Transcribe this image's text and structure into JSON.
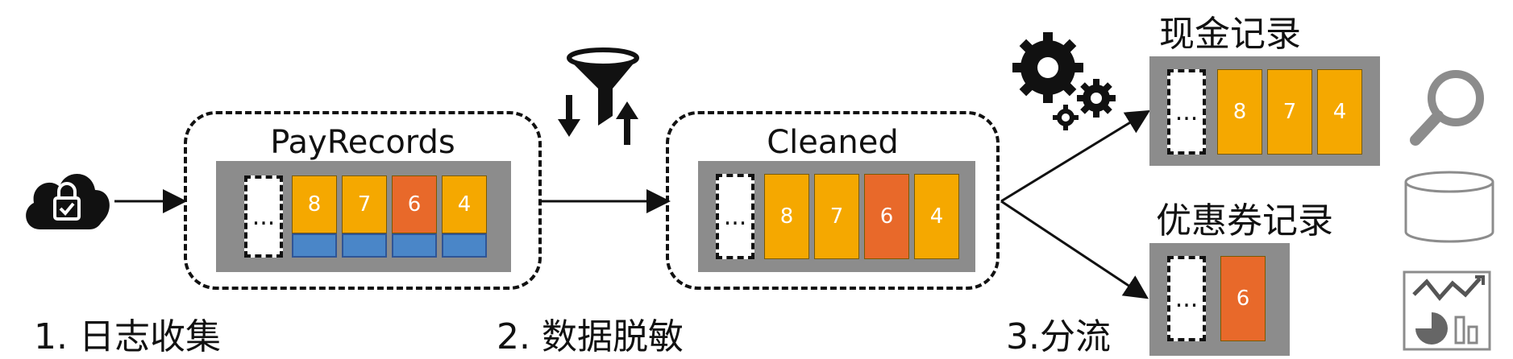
{
  "groups": {
    "payrecords": {
      "title": "PayRecords",
      "ellipsis": "...",
      "values": [
        "8",
        "7",
        "6",
        "4"
      ]
    },
    "cleaned": {
      "title": "Cleaned",
      "ellipsis": "...",
      "values": [
        "8",
        "7",
        "6",
        "4"
      ]
    }
  },
  "outputs": {
    "cash": {
      "title": "现金记录",
      "ellipsis": "...",
      "values": [
        "8",
        "7",
        "4"
      ]
    },
    "coupon": {
      "title": "优惠券记录",
      "ellipsis": "...",
      "values": [
        "6"
      ]
    }
  },
  "steps": {
    "step1": "1. 日志收集",
    "step2": "2. 数据脱敏",
    "step3": "3.分流"
  },
  "colors": {
    "orange": "#f5a800",
    "red": "#e8692a",
    "blue": "#4a86c8",
    "gray": "#8c8c8c"
  },
  "icons": [
    "cloud-lock-icon",
    "funnel-icon",
    "gears-icon",
    "search-icon",
    "database-icon",
    "analytics-icon"
  ]
}
